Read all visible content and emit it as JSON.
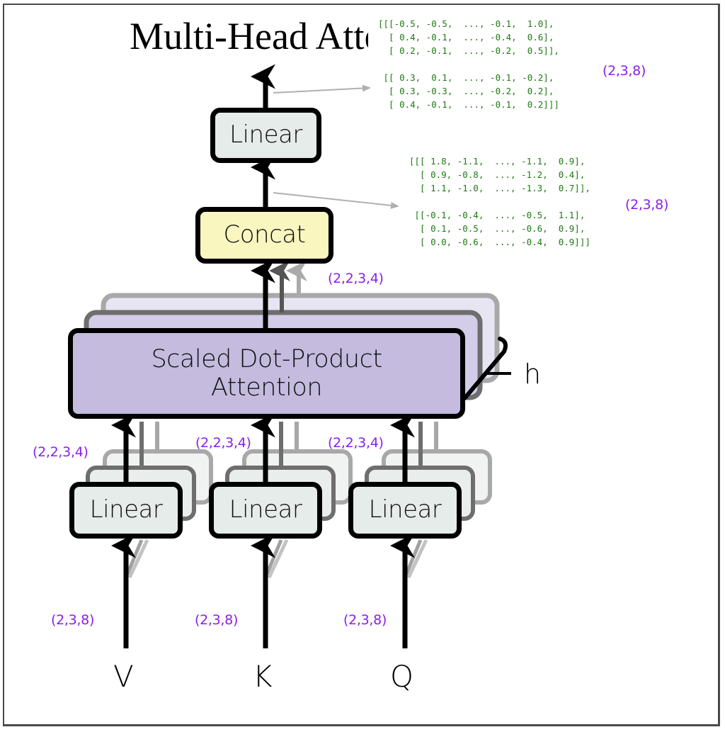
{
  "title": "Multi-Head Attention",
  "title_visible": "Multi-Head At",
  "blocks": {
    "output_linear": "Linear",
    "concat": "Concat",
    "attention_line1": "Scaled Dot-Product",
    "attention_line2": "Attention",
    "linear_v": "Linear",
    "linear_k": "Linear",
    "linear_q": "Linear",
    "heads_label": "h"
  },
  "inputs": {
    "v": "V",
    "k": "K",
    "q": "Q"
  },
  "shapes": {
    "input_v": "(2,3,8)",
    "input_k": "(2,3,8)",
    "input_q": "(2,3,8)",
    "proj_v": "(2,2,3,4)",
    "proj_k": "(2,2,3,4)",
    "proj_q": "(2,2,3,4)",
    "attention_out": "(2,2,3,4)",
    "concat_out": "(2,3,8)",
    "final_out": "(2,3,8)"
  },
  "colors": {
    "shape_annotation": "#8a1fe8",
    "tensor_text": "#1e7a12",
    "attention_fill": "#c4bbdf",
    "concat_fill": "#faf6c0",
    "linear_fill": "#e6ecea"
  },
  "tensors": {
    "final_output": [
      "[[[-0.5, -0.5,  ..., -0.1,  1.0],",
      "  [ 0.4, -0.1,  ..., -0.4,  0.6],",
      "  [ 0.2, -0.1,  ..., -0.2,  0.5]],",
      "",
      " [[ 0.3,  0.1,  ..., -0.1, -0.2],",
      "  [ 0.3, -0.3,  ..., -0.2,  0.2],",
      "  [ 0.4, -0.1,  ..., -0.1,  0.2]]]"
    ],
    "concat_output": [
      "[[[ 1.8, -1.1,  ..., -1.1,  0.9],",
      "  [ 0.9, -0.8,  ..., -1.2,  0.4],",
      "  [ 1.1, -1.0,  ..., -1.3,  0.7]],",
      "",
      " [[-0.1, -0.4,  ..., -0.5,  1.1],",
      "  [ 0.1, -0.5,  ..., -0.6,  0.9],",
      "  [ 0.0, -0.6,  ..., -0.4,  0.9]]]"
    ]
  }
}
